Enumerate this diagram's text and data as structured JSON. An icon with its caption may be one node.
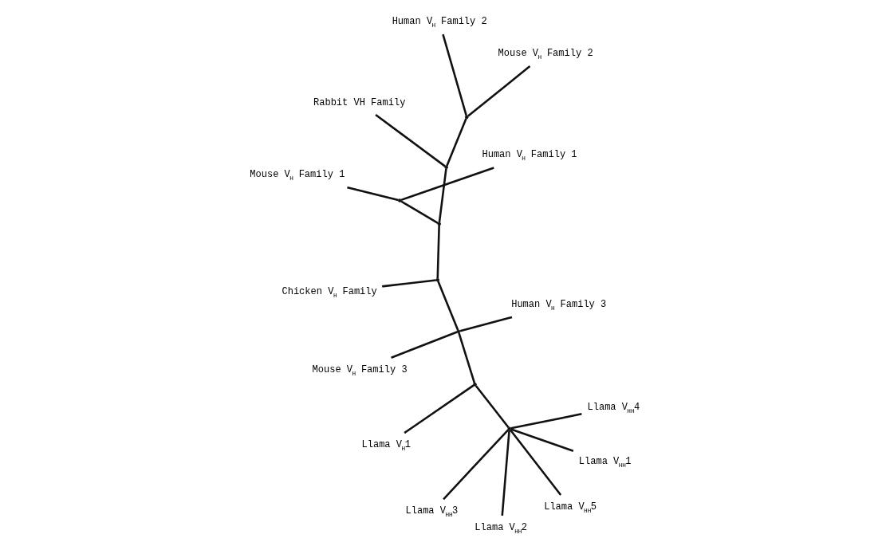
{
  "diagram": {
    "nodes": [
      {
        "text": [
          "Human V$_{H}$ Family 2"
        ]
      },
      {
        "text": [
          "Mouse V$_{H}$ Family 2"
        ]
      },
      {
        "text": [
          "Chicken V$_{H}$ Family"
        ]
      },
      {
        "text": [
          "Rabbit VH Family"
        ]
      },
      {
        "text": [
          "Human V$_{H}$ Family 3"
        ]
      },
      {
        "text": [
          "Mouse V$_{H}$ Family 1"
        ]
      },
      {
        "text": [
          "Mouse V$_{H}$ Family 3"
        ]
      },
      {
        "text": [
          "Human V$_{H}$ Family 1"
        ]
      },
      {
        "text": [
          "Llama V$_{H}$1"
        ]
      },
      {
        "text": [
          "Llama V$_{HH}$5"
        ]
      },
      {
        "text": [
          "Llama V$_{HH}$2"
        ]
      },
      {
        "text": [
          "Llama V$_{HH}$3"
        ]
      },
      {
        "text": [
          "Llama V$_{HH}$1"
        ]
      },
      {
        "text": [
          "Llama V$_{HH}$4"
        ]
      },
      {
        "text": [],
        "shape": "point"
      },
      {
        "text": [],
        "shape": "point"
      },
      {
        "text": [],
        "shape": "point"
      },
      {
        "text": [],
        "shape": "point"
      },
      {
        "text": [],
        "shape": "point"
      },
      {
        "text": [],
        "shape": "point"
      },
      {
        "text": [],
        "shape": "point"
      },
      {
        "text": [],
        "shape": "point"
      }
    ],
    "edges": [
      {
        "from": 14,
        "to": 0,
        "arrow": "none"
      },
      {
        "from": 14,
        "to": 1,
        "arrow": "none"
      },
      {
        "from": 15,
        "to": 14,
        "arrow": "none"
      },
      {
        "from": 15,
        "to": 3,
        "arrow": "none"
      },
      {
        "from": 15,
        "to": 16,
        "arrow": "none"
      },
      {
        "from": 16,
        "to": 17,
        "arrow": "none"
      },
      {
        "from": 17,
        "to": 5,
        "arrow": "none"
      },
      {
        "from": 17,
        "to": 7,
        "arrow": "none"
      },
      {
        "from": 16,
        "to": 18,
        "arrow": "none"
      },
      {
        "from": 18,
        "to": 2,
        "arrow": "none"
      },
      {
        "from": 18,
        "to": 19,
        "arrow": "none"
      },
      {
        "from": 19,
        "to": 4,
        "arrow": "none"
      },
      {
        "from": 19,
        "to": 6,
        "arrow": "none"
      },
      {
        "from": 19,
        "to": 20,
        "arrow": "none"
      },
      {
        "from": 20,
        "to": 8,
        "arrow": "none"
      },
      {
        "from": 20,
        "to": 21,
        "arrow": "none"
      },
      {
        "from": 21,
        "to": 9,
        "arrow": "none"
      },
      {
        "from": 21,
        "to": 10,
        "arrow": "none"
      },
      {
        "from": 21,
        "to": 11,
        "arrow": "none"
      },
      {
        "from": 21,
        "to": 12,
        "arrow": "none"
      },
      {
        "from": 21,
        "to": 13,
        "arrow": "none"
      }
    ]
  }
}
